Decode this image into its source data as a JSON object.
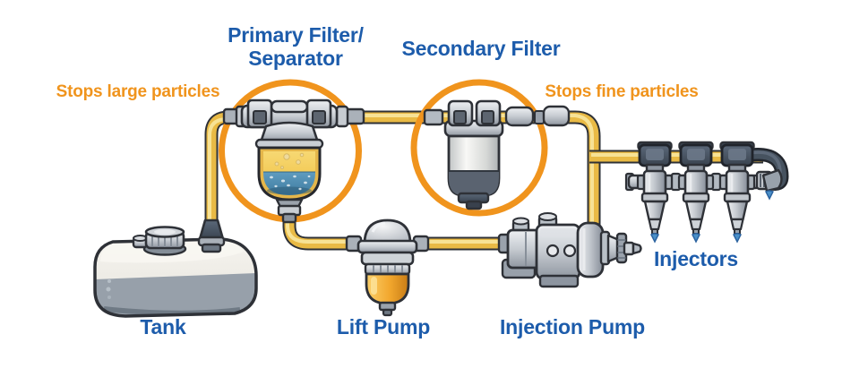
{
  "labels": {
    "primary_filter_line1": "Primary Filter/",
    "primary_filter_line2": "Separator",
    "secondary_filter": "Secondary Filter",
    "stops_large_particles": "Stops large particles",
    "stops_fine_particles": "Stops fine particles",
    "tank": "Tank",
    "lift_pump": "Lift Pump",
    "injection_pump": "Injection Pump",
    "injectors": "Injectors"
  },
  "colors": {
    "background": "#ffffff",
    "label_blue": "#1d5cab",
    "annotation_orange": "#f0941d",
    "highlight_circle_orange": "#f49d2b",
    "pipe_yellow": "#e9ba45",
    "pipe_highlight": "#f8e49a",
    "outline_dark": "#2e3137",
    "fuel_yellow": "#f2c64b",
    "water_blue": "#4f8fb2",
    "lift_pump_canister_orange": "#f2a72e",
    "metal_gray": "#c6cbd1",
    "injector_cap_slate": "#47535f",
    "drip_blue": "#4a90c8"
  }
}
